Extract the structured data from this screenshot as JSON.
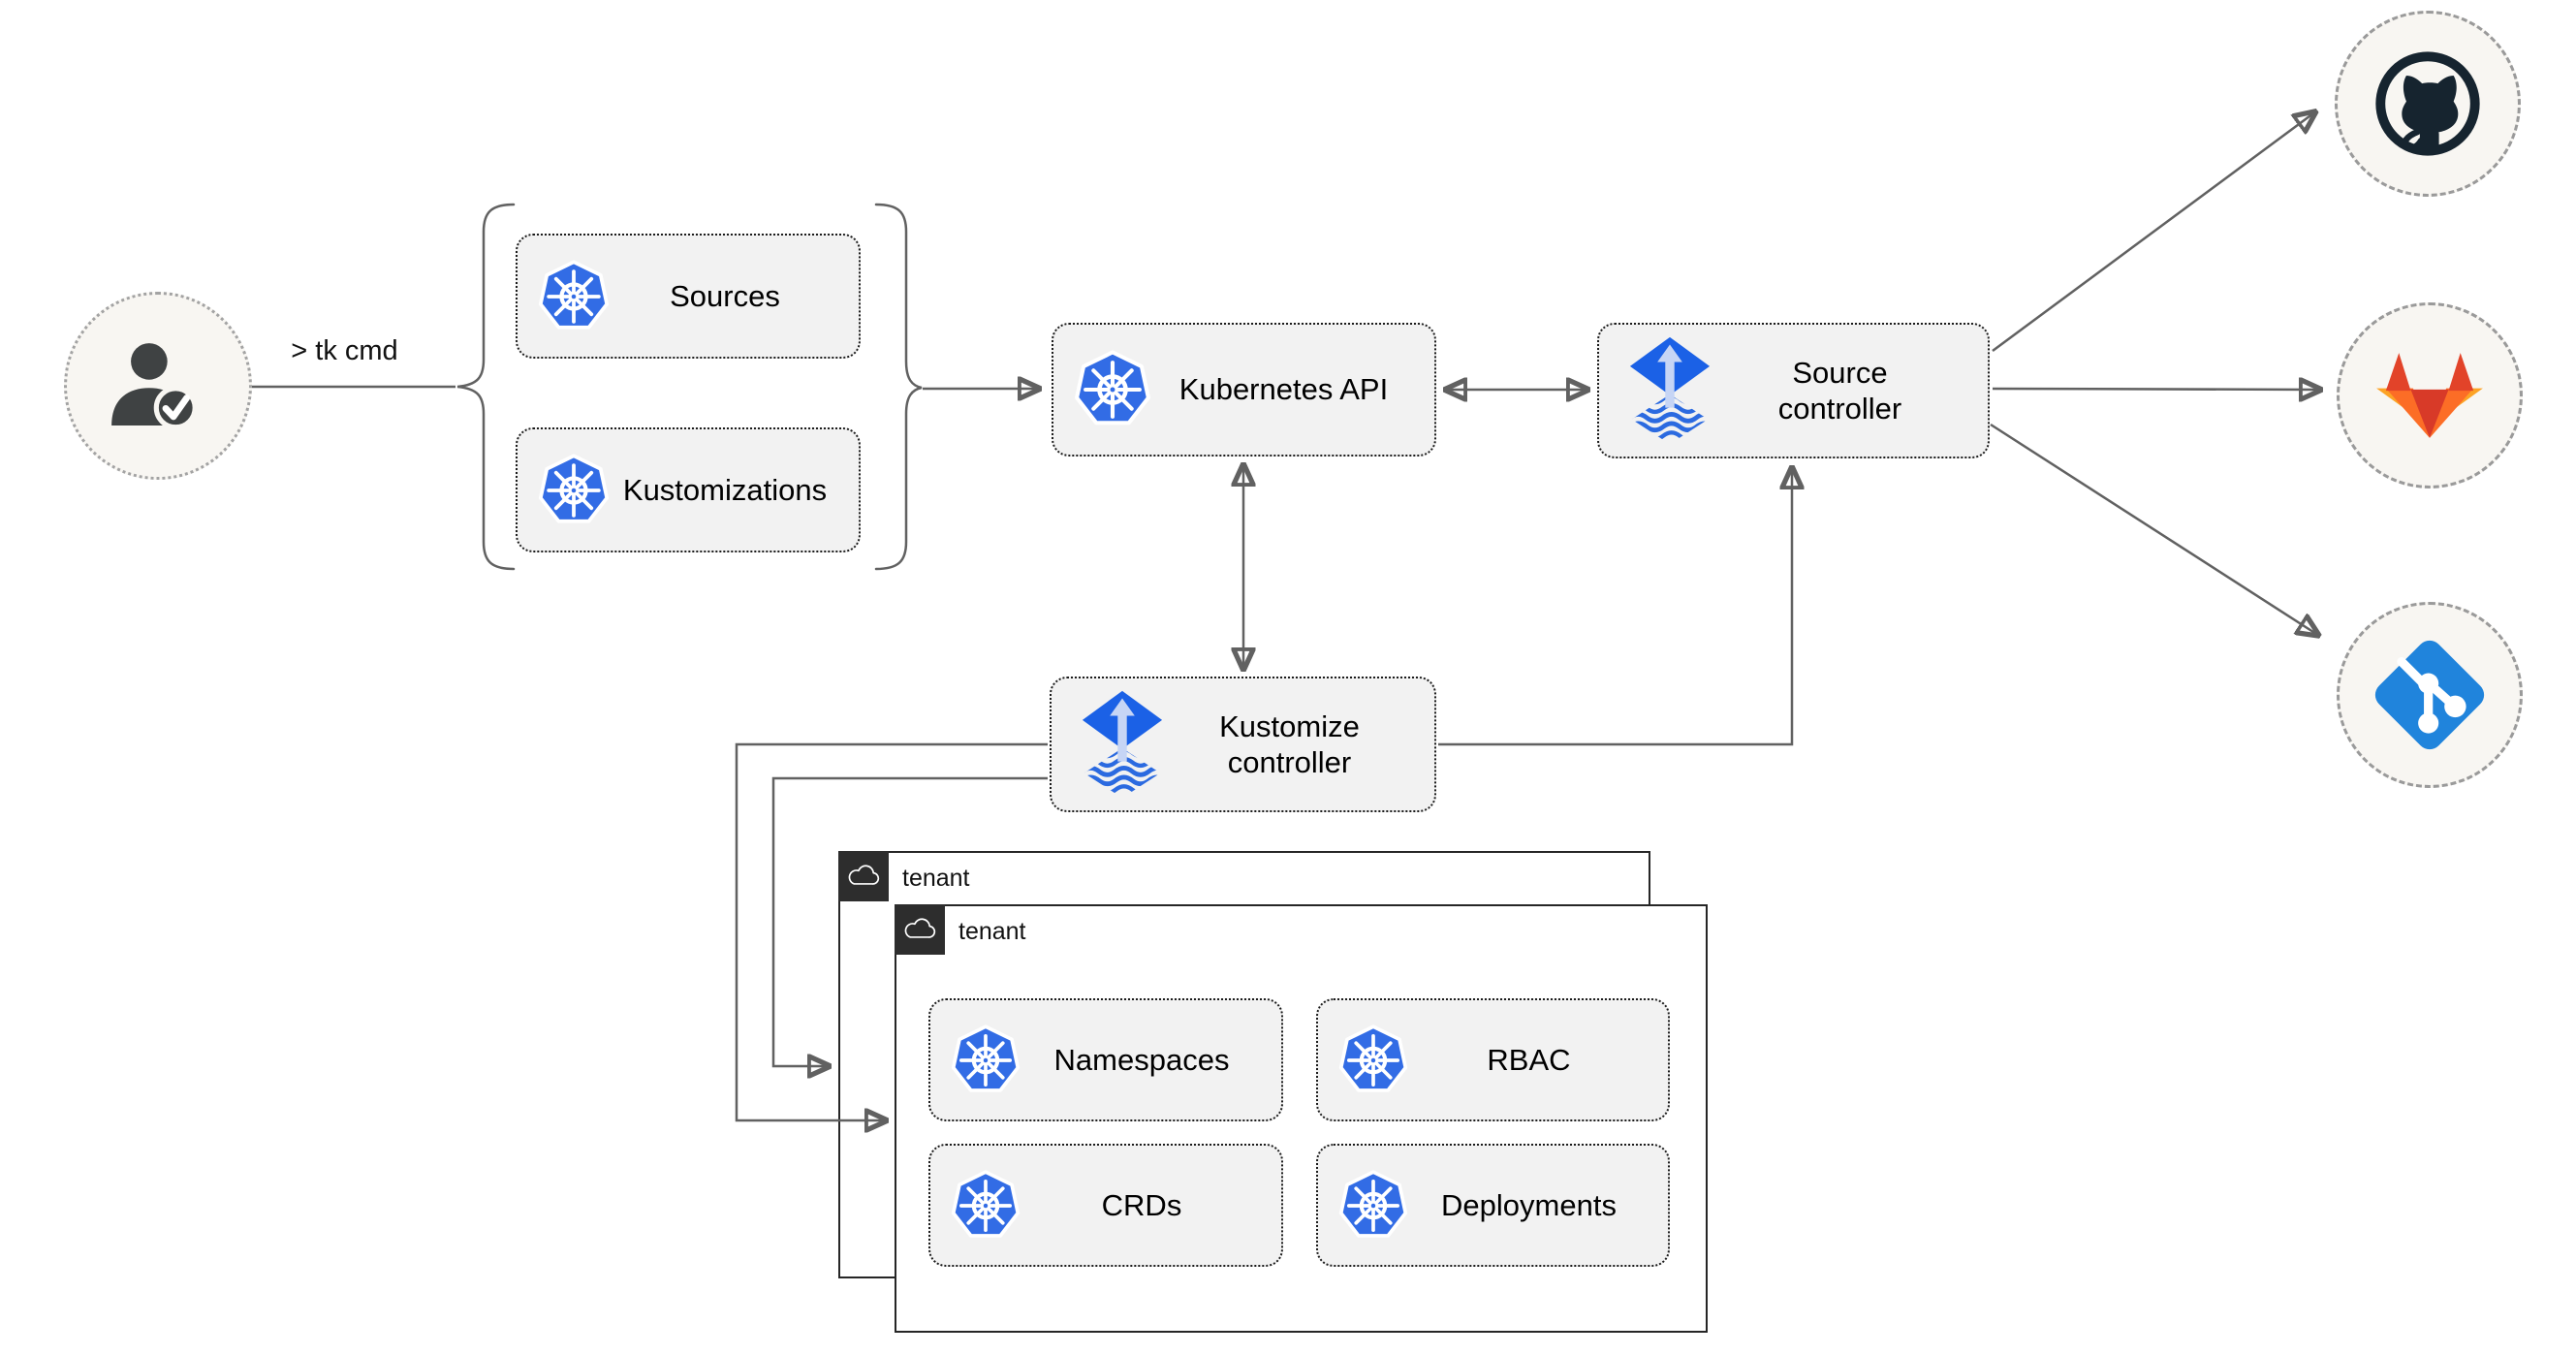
{
  "actor": {
    "command": "> tk cmd"
  },
  "definitions": {
    "sources": "Sources",
    "kustomizations": "Kustomizations"
  },
  "nodes": {
    "kubernetes_api": "Kubernetes API",
    "source_controller": "Source controller",
    "kustomize_controller": "Kustomize controller"
  },
  "tenants": {
    "back": "tenant",
    "front": "tenant"
  },
  "resources": {
    "namespaces": "Namespaces",
    "rbac": "RBAC",
    "crds": "CRDs",
    "deployments": "Deployments"
  },
  "repositories": {
    "github": "github",
    "gitlab": "gitlab",
    "git": "git"
  },
  "icons": {
    "user": "user-check-icon",
    "kubernetes": "kubernetes-icon",
    "flux": "flux-icon",
    "cloud": "cloud-icon",
    "github": "github-icon",
    "gitlab": "gitlab-icon",
    "git": "git-icon"
  },
  "colors": {
    "kubernetes_blue": "#326ce5",
    "flux_blue": "#1b61e6",
    "flux_arrow_light": "#c6d5f5",
    "git_blue": "#2084dc",
    "github_dark": "#16242f",
    "gitlab_red": "#e24329",
    "gitlab_orange": "#fc6d26",
    "gitlab_light_orange": "#fca326",
    "connector_gray": "#616161",
    "node_fill": "#f2f2f2",
    "circle_fill": "#f8f6f2",
    "tenant_tab": "#2d2d2d",
    "person_gray": "#3f4243"
  }
}
